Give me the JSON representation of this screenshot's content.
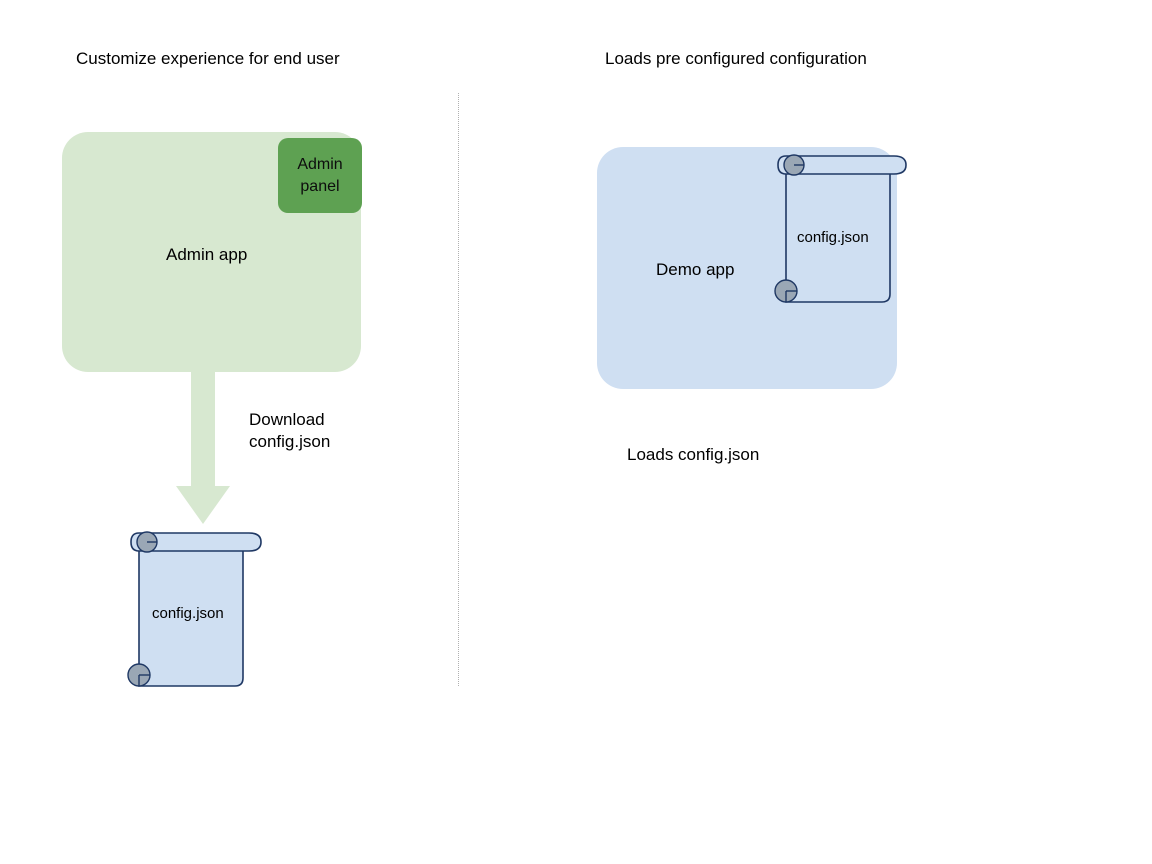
{
  "diagram": {
    "headings": {
      "left": "Customize experience for end user",
      "right": "Loads pre configured configuration"
    },
    "left_flow": {
      "app_label": "Admin app",
      "panel_label": "Admin panel",
      "arrow_label": "Download\nconfig.json",
      "arrow_label_line1": "Download",
      "arrow_label_line2": "config.json",
      "document_label": "config.json"
    },
    "right_flow": {
      "app_label": "Demo app",
      "document_label": "config.json",
      "caption": "Loads config.json"
    },
    "colors": {
      "admin_app_fill": "#d7e8d0",
      "admin_panel_fill": "#5ea152",
      "demo_app_fill": "#cfdff2",
      "document_fill": "#cfdff2",
      "document_stroke": "#1f3864",
      "document_curl_fill": "#9aa7b5",
      "arrow_fill": "#d7e8d0",
      "divider_stroke": "#b0b0b0",
      "text": "#000000",
      "background": "#ffffff"
    }
  }
}
